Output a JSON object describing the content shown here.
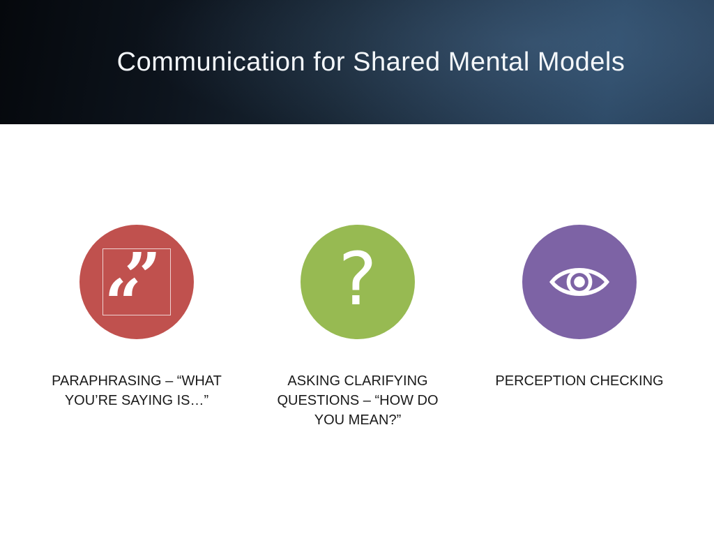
{
  "slide": {
    "title": "Communication for Shared Mental Models"
  },
  "colors": {
    "header_dark": "#05080c",
    "header_blue": "#2b4763",
    "red": "#c0514e",
    "green": "#97ba52",
    "purple": "#7d63a5",
    "caption_text": "#1a1a1a",
    "icon_white": "#ffffff"
  },
  "items": [
    {
      "icon": "quote-icon",
      "glyph_open": "“",
      "glyph_close": "”",
      "caption_lines": {
        "0": "PARAPHRASING – “WHAT",
        "1": "YOU’RE SAYING IS…”"
      }
    },
    {
      "icon": "question-icon",
      "glyph": "?",
      "caption_lines": {
        "0": "ASKING CLARIFYING",
        "1": "QUESTIONS – “HOW DO",
        "2": "YOU MEAN?”"
      }
    },
    {
      "icon": "eye-icon",
      "caption_lines": {
        "0": "PERCEPTION CHECKING"
      }
    }
  ]
}
